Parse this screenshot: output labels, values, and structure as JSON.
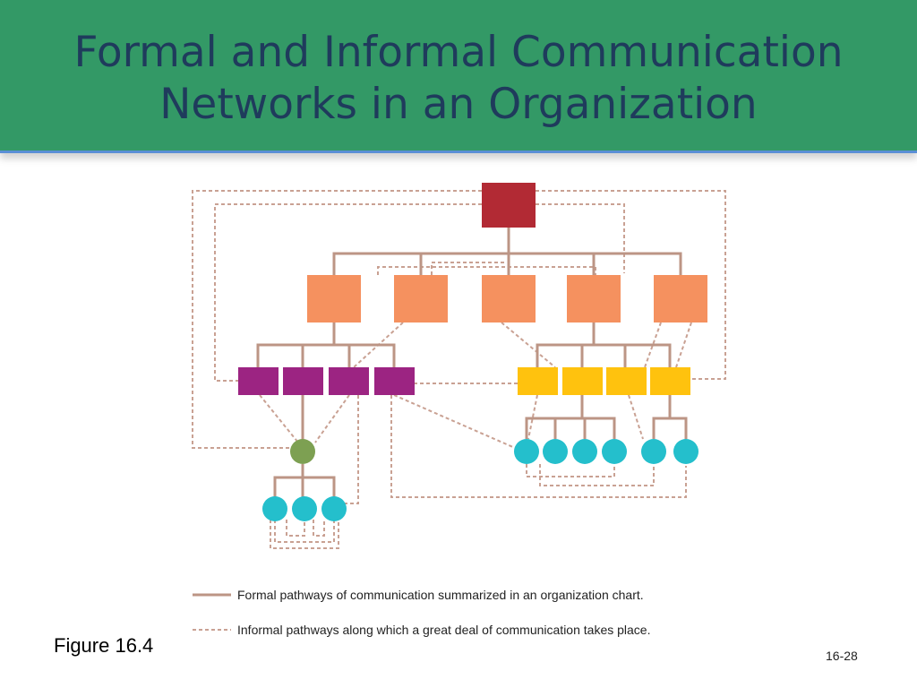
{
  "slide": {
    "title_line1": "Formal and Informal Communication",
    "title_line2": "Networks in an Organization",
    "caption": "Figure 16.4",
    "slide_number": "16-28"
  },
  "legend": {
    "formal": "Formal pathways of communication summarized in an organization chart.",
    "informal": "Informal pathways along which a great deal of communication takes place."
  },
  "colors": {
    "header_bg": "#339966",
    "title_text": "#1f3b5c",
    "top_node": "#b22a34",
    "manager_node": "#f5915f",
    "purple_node": "#9c2482",
    "yellow_node": "#ffc20e",
    "cyan_node": "#24bfcc",
    "green_node": "#7da052",
    "formal_line": "#bc9585",
    "informal_line": "#c9a193"
  }
}
